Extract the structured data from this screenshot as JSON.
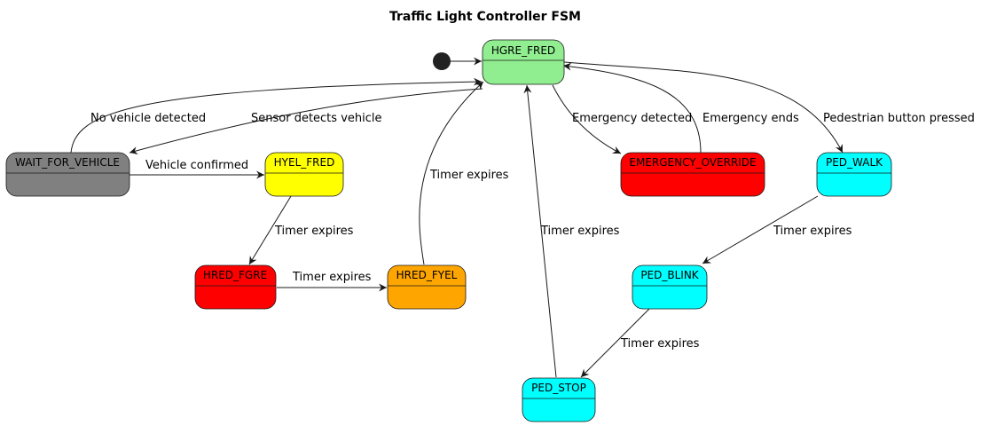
{
  "title": "Traffic Light Controller FSM",
  "states": [
    {
      "id": "HGRE_FRED",
      "label": "HGRE_FRED",
      "color": "#90EE90"
    },
    {
      "id": "WAIT_FOR_VEHICLE",
      "label": "WAIT_FOR_VEHICLE",
      "color": "#808080"
    },
    {
      "id": "HYEL_FRED",
      "label": "HYEL_FRED",
      "color": "#FFFF00"
    },
    {
      "id": "HRED_FGRE",
      "label": "HRED_FGRE",
      "color": "#FF0000"
    },
    {
      "id": "HRED_FYEL",
      "label": "HRED_FYEL",
      "color": "#FFA500"
    },
    {
      "id": "EMERGENCY_OVERRIDE",
      "label": "EMERGENCY_OVERRIDE",
      "color": "#FF0000"
    },
    {
      "id": "PED_WALK",
      "label": "PED_WALK",
      "color": "#00FFFF"
    },
    {
      "id": "PED_BLINK",
      "label": "PED_BLINK",
      "color": "#00FFFF"
    },
    {
      "id": "PED_STOP",
      "label": "PED_STOP",
      "color": "#00FFFF"
    }
  ],
  "initial_state": "HGRE_FRED",
  "transitions": [
    {
      "from": "WAIT_FOR_VEHICLE",
      "to": "HGRE_FRED",
      "label": "No vehicle detected"
    },
    {
      "from": "HGRE_FRED",
      "to": "WAIT_FOR_VEHICLE",
      "label": "Sensor detects vehicle"
    },
    {
      "from": "WAIT_FOR_VEHICLE",
      "to": "HYEL_FRED",
      "label": "Vehicle confirmed"
    },
    {
      "from": "HYEL_FRED",
      "to": "HRED_FGRE",
      "label": "Timer expires"
    },
    {
      "from": "HRED_FGRE",
      "to": "HRED_FYEL",
      "label": "Timer expires"
    },
    {
      "from": "HRED_FYEL",
      "to": "HGRE_FRED",
      "label": "Timer expires"
    },
    {
      "from": "HGRE_FRED",
      "to": "EMERGENCY_OVERRIDE",
      "label": "Emergency detected"
    },
    {
      "from": "EMERGENCY_OVERRIDE",
      "to": "HGRE_FRED",
      "label": "Emergency ends"
    },
    {
      "from": "HGRE_FRED",
      "to": "PED_WALK",
      "label": "Pedestrian button pressed"
    },
    {
      "from": "PED_WALK",
      "to": "PED_BLINK",
      "label": "Timer expires"
    },
    {
      "from": "PED_BLINK",
      "to": "PED_STOP",
      "label": "Timer expires"
    },
    {
      "from": "PED_STOP",
      "to": "HGRE_FRED",
      "label": "Timer expires"
    }
  ]
}
